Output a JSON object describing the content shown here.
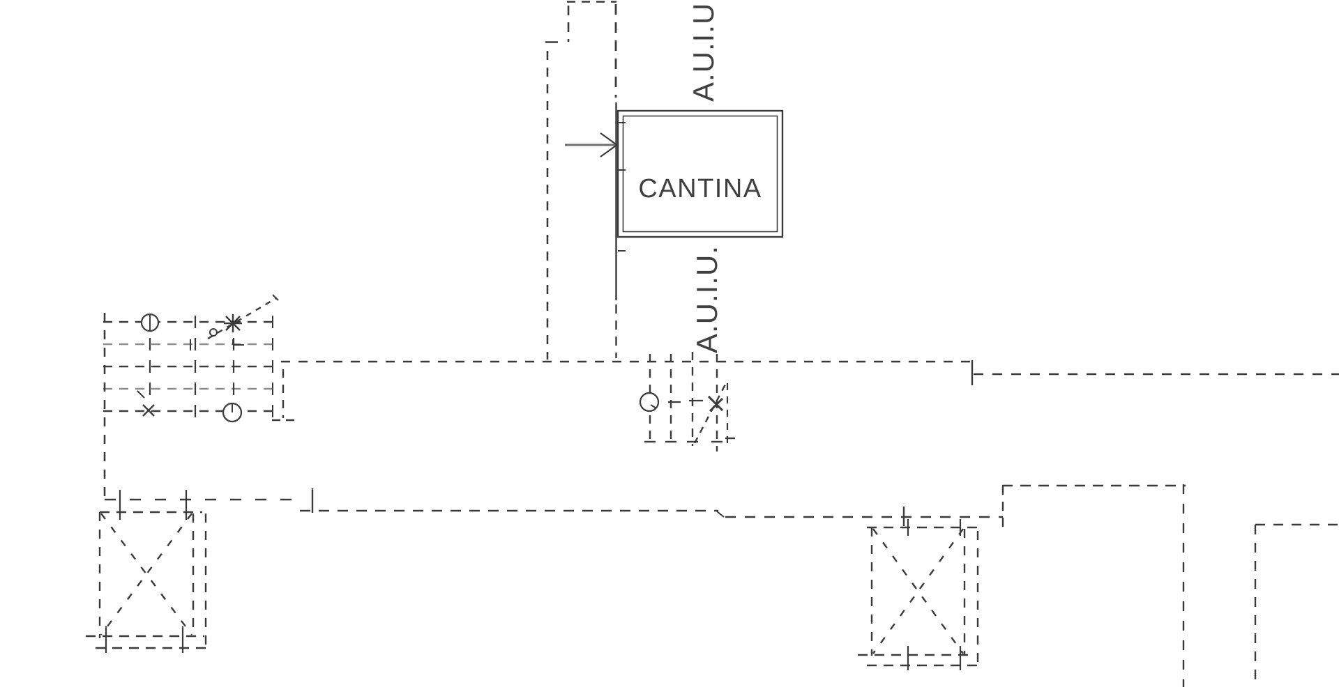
{
  "drawing": {
    "room": {
      "label": "CANTINA"
    },
    "labels": {
      "top_vertical": "A.U.I.U.",
      "bottom_vertical": "A.U.I.U."
    },
    "markers": [
      "circle-marker",
      "asterisk-marker",
      "x-marker",
      "entrance-arrow"
    ],
    "colors": {
      "background": "#ffffff",
      "line-dark": "#3a3a3a",
      "line-gray": "#8d8d8d",
      "text": "#404040",
      "arrow": "#6f6f6f"
    }
  }
}
